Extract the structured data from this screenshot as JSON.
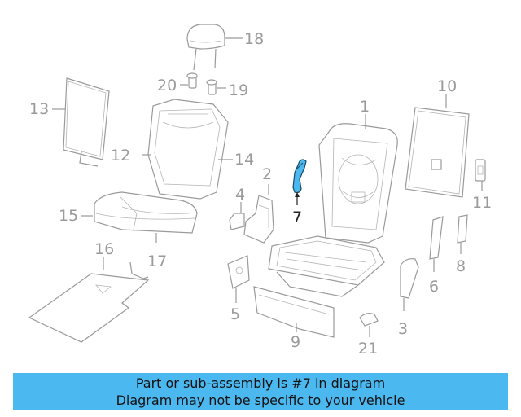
{
  "diagram": {
    "highlight_color": "#4cb8f0",
    "callouts": [
      {
        "id": "c1",
        "text": "1"
      },
      {
        "id": "c2",
        "text": "2"
      },
      {
        "id": "c3",
        "text": "3"
      },
      {
        "id": "c4",
        "text": "4"
      },
      {
        "id": "c5",
        "text": "5"
      },
      {
        "id": "c6",
        "text": "6"
      },
      {
        "id": "c7",
        "text": "7"
      },
      {
        "id": "c8",
        "text": "8"
      },
      {
        "id": "c9",
        "text": "9"
      },
      {
        "id": "c10",
        "text": "10"
      },
      {
        "id": "c11",
        "text": "11"
      },
      {
        "id": "c12",
        "text": "12"
      },
      {
        "id": "c13",
        "text": "13"
      },
      {
        "id": "c14",
        "text": "14"
      },
      {
        "id": "c15",
        "text": "15"
      },
      {
        "id": "c16",
        "text": "16"
      },
      {
        "id": "c17",
        "text": "17"
      },
      {
        "id": "c18",
        "text": "18"
      },
      {
        "id": "c19",
        "text": "19"
      },
      {
        "id": "c20",
        "text": "20"
      },
      {
        "id": "c21",
        "text": "21"
      }
    ]
  },
  "banner": {
    "line1": "Part or sub-assembly is #7 in diagram",
    "line2": "Diagram may not be specific to your vehicle",
    "background": "#4cb8f0"
  }
}
